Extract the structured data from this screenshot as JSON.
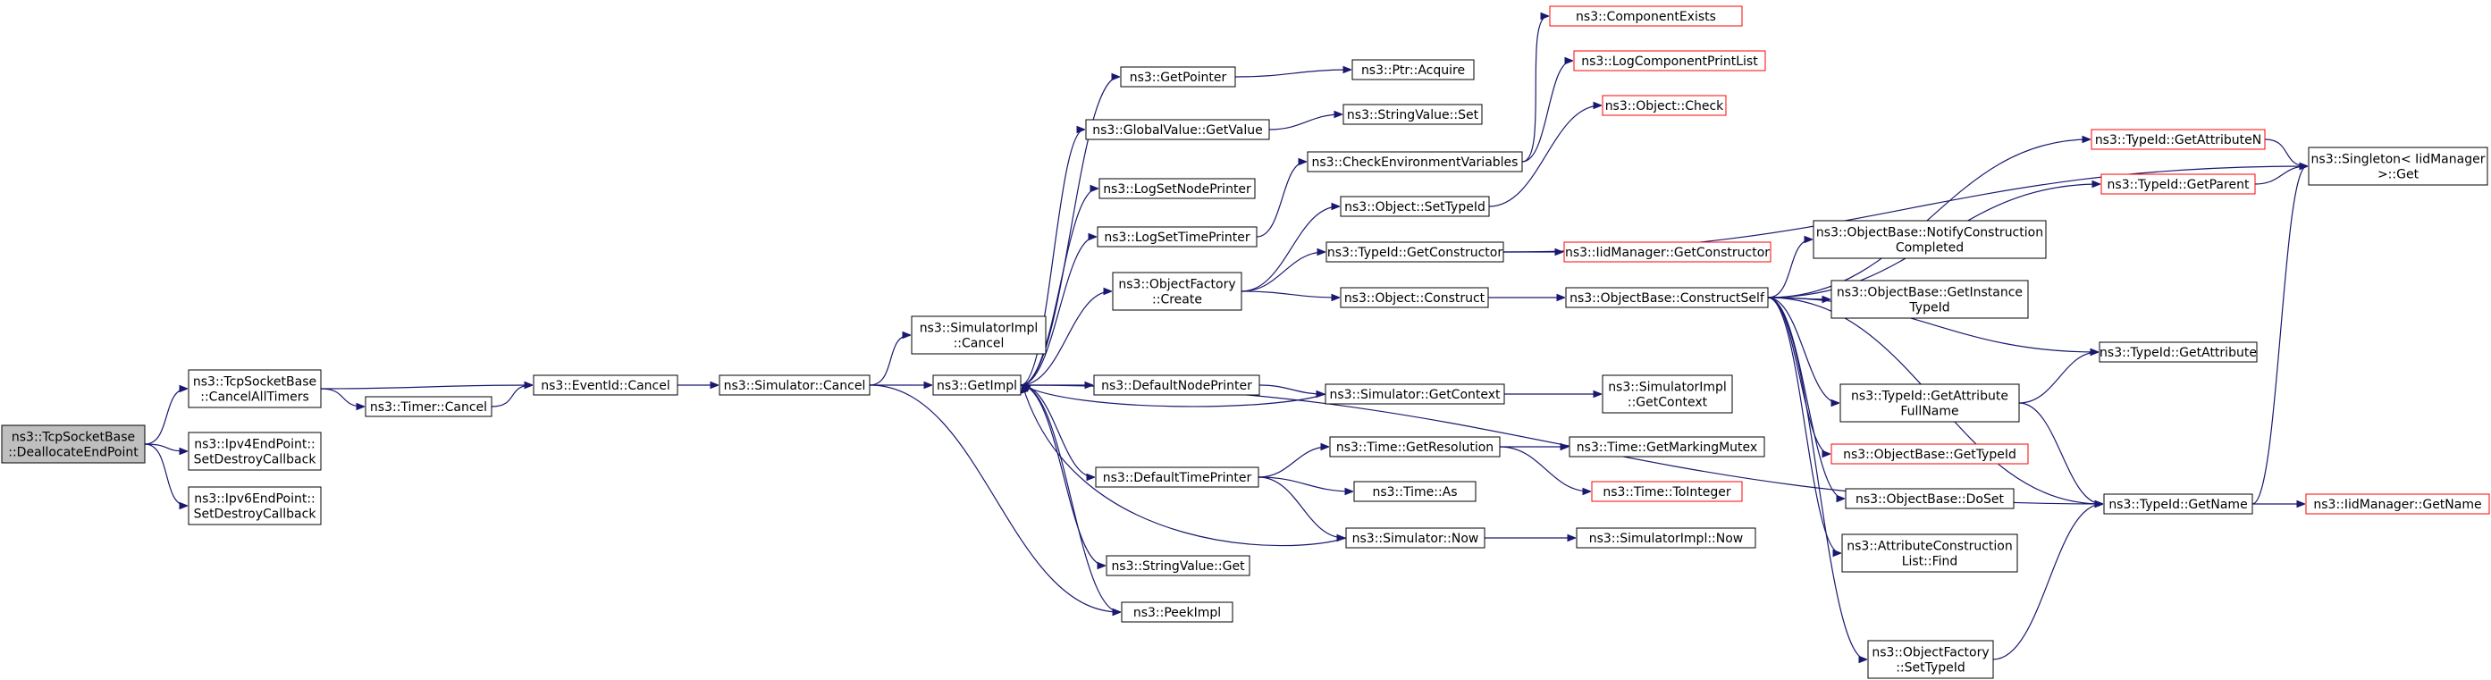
{
  "page": {
    "title": "ns3::TcpSocketBase::DeallocateEndPoint call graph"
  },
  "colors": {
    "edge": "#191970",
    "box_border": "#000000",
    "box_border_missing": "#ff0000",
    "root_fill": "#bfbfbf"
  },
  "nodes": [
    {
      "id": "root",
      "lines": [
        "ns3::TcpSocketBase",
        "::DeallocateEndPoint"
      ],
      "style": "root"
    },
    {
      "id": "cancelall",
      "lines": [
        "ns3::TcpSocketBase",
        "::CancelAllTimers"
      ],
      "style": "normal"
    },
    {
      "id": "ipv4cb",
      "lines": [
        "ns3::Ipv4EndPoint::",
        "SetDestroyCallback"
      ],
      "style": "normal"
    },
    {
      "id": "ipv6cb",
      "lines": [
        "ns3::Ipv6EndPoint::",
        "SetDestroyCallback"
      ],
      "style": "normal"
    },
    {
      "id": "timercancel",
      "lines": [
        "ns3::Timer::Cancel"
      ],
      "style": "normal"
    },
    {
      "id": "eventcancel",
      "lines": [
        "ns3::EventId::Cancel"
      ],
      "style": "normal"
    },
    {
      "id": "simcancel",
      "lines": [
        "ns3::Simulator::Cancel"
      ],
      "style": "normal"
    },
    {
      "id": "simimplcancel",
      "lines": [
        "ns3::SimulatorImpl",
        "::Cancel"
      ],
      "style": "normal"
    },
    {
      "id": "getimpl",
      "lines": [
        "ns3::GetImpl"
      ],
      "style": "normal"
    },
    {
      "id": "getpointer",
      "lines": [
        "ns3::GetPointer"
      ],
      "style": "normal"
    },
    {
      "id": "globalvalue",
      "lines": [
        "ns3::GlobalValue::GetValue"
      ],
      "style": "normal"
    },
    {
      "id": "lognode",
      "lines": [
        "ns3::LogSetNodePrinter"
      ],
      "style": "normal"
    },
    {
      "id": "logtime",
      "lines": [
        "ns3::LogSetTimePrinter"
      ],
      "style": "normal"
    },
    {
      "id": "objfactcreate",
      "lines": [
        "ns3::ObjectFactory",
        "::Create"
      ],
      "style": "normal"
    },
    {
      "id": "defnode",
      "lines": [
        "ns3::DefaultNodePrinter"
      ],
      "style": "normal"
    },
    {
      "id": "deftime",
      "lines": [
        "ns3::DefaultTimePrinter"
      ],
      "style": "normal"
    },
    {
      "id": "strget",
      "lines": [
        "ns3::StringValue::Get"
      ],
      "style": "normal"
    },
    {
      "id": "peekimpl",
      "lines": [
        "ns3::PeekImpl"
      ],
      "style": "normal"
    },
    {
      "id": "ptracquire",
      "lines": [
        "ns3::Ptr::Acquire"
      ],
      "style": "normal"
    },
    {
      "id": "strset",
      "lines": [
        "ns3::StringValue::Set"
      ],
      "style": "normal"
    },
    {
      "id": "checkenv",
      "lines": [
        "ns3::CheckEnvironmentVariables"
      ],
      "style": "normal"
    },
    {
      "id": "objsettypeid",
      "lines": [
        "ns3::Object::SetTypeId"
      ],
      "style": "normal"
    },
    {
      "id": "typeidgetctor",
      "lines": [
        "ns3::TypeId::GetConstructor"
      ],
      "style": "normal"
    },
    {
      "id": "objconstruct",
      "lines": [
        "ns3::Object::Construct"
      ],
      "style": "normal"
    },
    {
      "id": "simgetctx",
      "lines": [
        "ns3::Simulator::GetContext"
      ],
      "style": "normal"
    },
    {
      "id": "timegetres",
      "lines": [
        "ns3::Time::GetResolution"
      ],
      "style": "normal"
    },
    {
      "id": "timeas",
      "lines": [
        "ns3::Time::As"
      ],
      "style": "normal"
    },
    {
      "id": "simnow",
      "lines": [
        "ns3::Simulator::Now"
      ],
      "style": "normal"
    },
    {
      "id": "compexists",
      "lines": [
        "ns3::ComponentExists"
      ],
      "style": "missing"
    },
    {
      "id": "logprintlist",
      "lines": [
        "ns3::LogComponentPrintList"
      ],
      "style": "missing"
    },
    {
      "id": "objcheck",
      "lines": [
        "ns3::Object::Check"
      ],
      "style": "missing"
    },
    {
      "id": "iidgetctor",
      "lines": [
        "ns3::IidManager::GetConstructor"
      ],
      "style": "missing"
    },
    {
      "id": "constructself",
      "lines": [
        "ns3::ObjectBase::ConstructSelf"
      ],
      "style": "normal"
    },
    {
      "id": "simimplgetctx",
      "lines": [
        "ns3::SimulatorImpl",
        "::GetContext"
      ],
      "style": "normal"
    },
    {
      "id": "timemutex",
      "lines": [
        "ns3::Time::GetMarkingMutex"
      ],
      "style": "normal"
    },
    {
      "id": "timetoint",
      "lines": [
        "ns3::Time::ToInteger"
      ],
      "style": "missing"
    },
    {
      "id": "simimplnow",
      "lines": [
        "ns3::SimulatorImpl::Now"
      ],
      "style": "normal"
    },
    {
      "id": "notifyconstr",
      "lines": [
        "ns3::ObjectBase::NotifyConstruction",
        "Completed"
      ],
      "style": "normal"
    },
    {
      "id": "getinsttypeid",
      "lines": [
        "ns3::ObjectBase::GetInstance",
        "TypeId"
      ],
      "style": "normal"
    },
    {
      "id": "typeidgetattrfull",
      "lines": [
        "ns3::TypeId::GetAttribute",
        "FullName"
      ],
      "style": "normal"
    },
    {
      "id": "objbasegettypeid",
      "lines": [
        "ns3::ObjectBase::GetTypeId"
      ],
      "style": "missing"
    },
    {
      "id": "objbasedoset",
      "lines": [
        "ns3::ObjectBase::DoSet"
      ],
      "style": "normal"
    },
    {
      "id": "attrlistfind",
      "lines": [
        "ns3::AttributeConstruction",
        "List::Find"
      ],
      "style": "normal"
    },
    {
      "id": "objfactsettypeid",
      "lines": [
        "ns3::ObjectFactory",
        "::SetTypeId"
      ],
      "style": "normal"
    },
    {
      "id": "typeidgetattrn",
      "lines": [
        "ns3::TypeId::GetAttributeN"
      ],
      "style": "missing"
    },
    {
      "id": "typeidgetparent",
      "lines": [
        "ns3::TypeId::GetParent"
      ],
      "style": "missing"
    },
    {
      "id": "typeidgetattr",
      "lines": [
        "ns3::TypeId::GetAttribute"
      ],
      "style": "normal"
    },
    {
      "id": "typeidgetname",
      "lines": [
        "ns3::TypeId::GetName"
      ],
      "style": "normal"
    },
    {
      "id": "singleton",
      "lines": [
        "ns3::Singleton< IidManager",
        " >::Get"
      ],
      "style": "normal"
    },
    {
      "id": "iidgetname",
      "lines": [
        "ns3::IidManager::GetName"
      ],
      "style": "missing"
    }
  ]
}
